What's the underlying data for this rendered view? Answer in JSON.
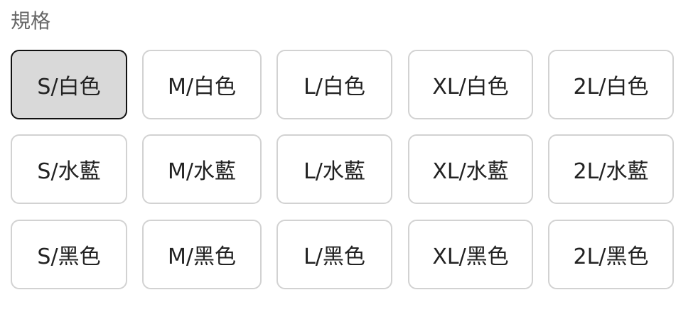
{
  "title": "規格",
  "selected": "S/白色",
  "options": [
    [
      "S/白色",
      "M/白色",
      "L/白色",
      "XL/白色",
      "2L/白色"
    ],
    [
      "S/水藍",
      "M/水藍",
      "L/水藍",
      "XL/水藍",
      "2L/水藍"
    ],
    [
      "S/黑色",
      "M/黑色",
      "L/黑色",
      "XL/黑色",
      "2L/黑色"
    ]
  ]
}
